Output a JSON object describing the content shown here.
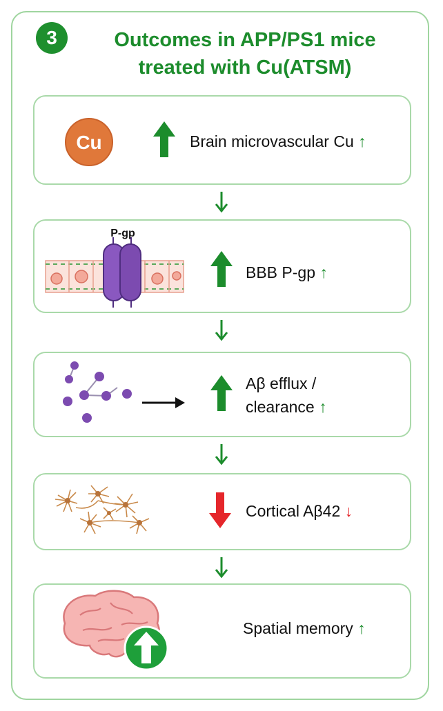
{
  "header": {
    "step_number": "3",
    "title_line1": "Outcomes in APP/PS1 mice",
    "title_line2": "treated with Cu(ATSM)"
  },
  "colors": {
    "green": "#1c8c2c",
    "red": "#e5262b",
    "copper": "#e0783a",
    "pgp_purple": "#7c4bb0"
  },
  "cards": [
    {
      "icon": "copper-icon",
      "icon_text": "Cu",
      "direction": "up",
      "label": "Brain microvascular Cu",
      "trend": "↑"
    },
    {
      "icon": "blood-brain-barrier-icon",
      "icon_text": "P-gp",
      "direction": "up",
      "label": "BBB P-gp",
      "trend": "↑"
    },
    {
      "icon": "molecules-icon",
      "direction": "up",
      "label_line1": "Aβ efflux /",
      "label_line2": "clearance",
      "trend": "↑"
    },
    {
      "icon": "amyloid-plaques-icon",
      "direction": "down",
      "label": "Cortical Aβ42",
      "trend": "↓"
    },
    {
      "icon": "brain-icon",
      "direction": "up",
      "label": "Spatial memory",
      "trend": "↑"
    }
  ]
}
